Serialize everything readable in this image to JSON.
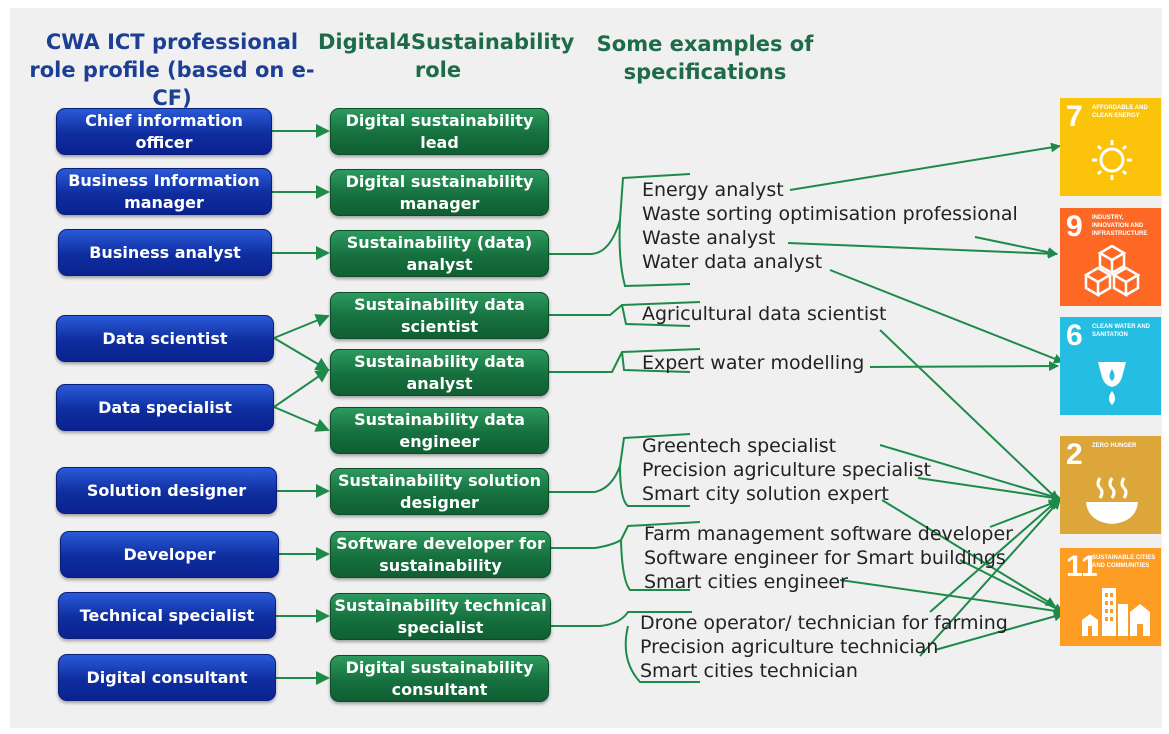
{
  "headers": {
    "col1": [
      "CWA ICT professional",
      "role profile (based on e-CF)"
    ],
    "col2": [
      "Digital4Sustainability",
      "role"
    ],
    "col3": [
      "Some examples of",
      "specifications"
    ]
  },
  "ict_roles": [
    [
      "Chief information",
      "officer"
    ],
    [
      "Business Information",
      "manager"
    ],
    [
      "Business analyst"
    ],
    [
      "Data scientist"
    ],
    [
      "Data specialist"
    ],
    [
      "Solution designer"
    ],
    [
      "Developer"
    ],
    [
      "Technical specialist"
    ],
    [
      "Digital consultant"
    ]
  ],
  "d4s_roles": [
    [
      "Digital sustainability",
      "lead"
    ],
    [
      "Digital sustainability",
      "manager"
    ],
    [
      "Sustainability (data)",
      "analyst"
    ],
    [
      "Sustainability data",
      "scientist"
    ],
    [
      "Sustainability data",
      "analyst"
    ],
    [
      "Sustainability data",
      "engineer"
    ],
    [
      "Sustainability solution",
      "designer"
    ],
    [
      "Software developer for",
      "sustainability"
    ],
    [
      "Sustainability technical",
      "specialist"
    ],
    [
      "Digital sustainability",
      "consultant"
    ]
  ],
  "spec_groups": [
    [
      "Energy analyst",
      "Waste sorting optimisation professional",
      "Waste analyst",
      "Water data analyst"
    ],
    [
      "Agricultural data scientist"
    ],
    [
      "Expert water modelling"
    ],
    [
      "Greentech specialist",
      "Precision agriculture specialist",
      "Smart city solution expert"
    ],
    [
      "Farm management software developer",
      "Software engineer for Smart buildings",
      "Smart cities engineer"
    ],
    [
      "Drone operator/ technician for farming",
      "Precision agriculture technician",
      "Smart cities technician"
    ]
  ],
  "sdgs": [
    {
      "num": "7",
      "title": "Affordable and clean energy",
      "color": "#fcc30b",
      "icon": "sun-icon"
    },
    {
      "num": "9",
      "title": "Industry, innovation and infrastructure",
      "color": "#fd6925",
      "icon": "cubes-icon"
    },
    {
      "num": "6",
      "title": "Clean water and sanitation",
      "color": "#26bde2",
      "icon": "water-drop-icon"
    },
    {
      "num": "2",
      "title": "Zero hunger",
      "color": "#dda63a",
      "icon": "bowl-icon"
    },
    {
      "num": "11",
      "title": "Sustainable cities and communities",
      "color": "#fd9d24",
      "icon": "city-icon"
    }
  ],
  "colors": {
    "line": "#1e8a4a",
    "blue": "#0f2d9e",
    "green": "#16703e"
  }
}
